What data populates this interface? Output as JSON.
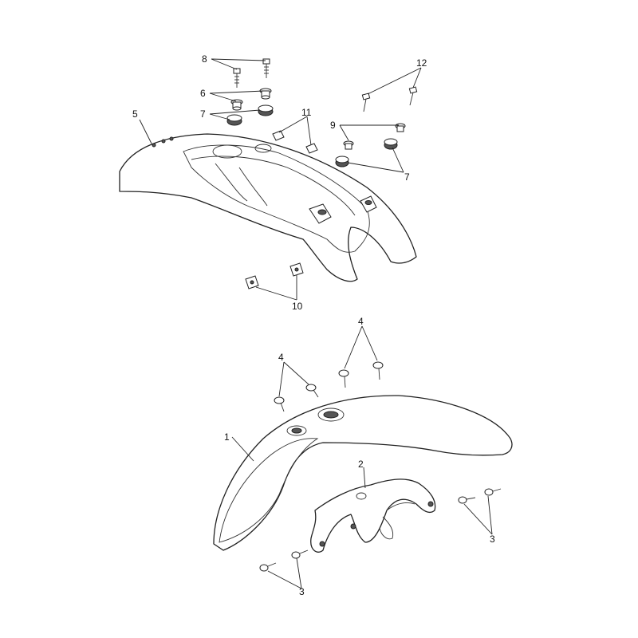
{
  "callouts": {
    "c1": "1",
    "c2": "2",
    "c3a": "3",
    "c3b": "3",
    "c4a": "4",
    "c4b": "4",
    "c5": "5",
    "c6": "6",
    "c7a": "7",
    "c7b": "7",
    "c8": "8",
    "c9": "9",
    "c10": "10",
    "c11": "11",
    "c12": "12"
  },
  "colors": {
    "line": "#222222",
    "background": "#ffffff"
  }
}
